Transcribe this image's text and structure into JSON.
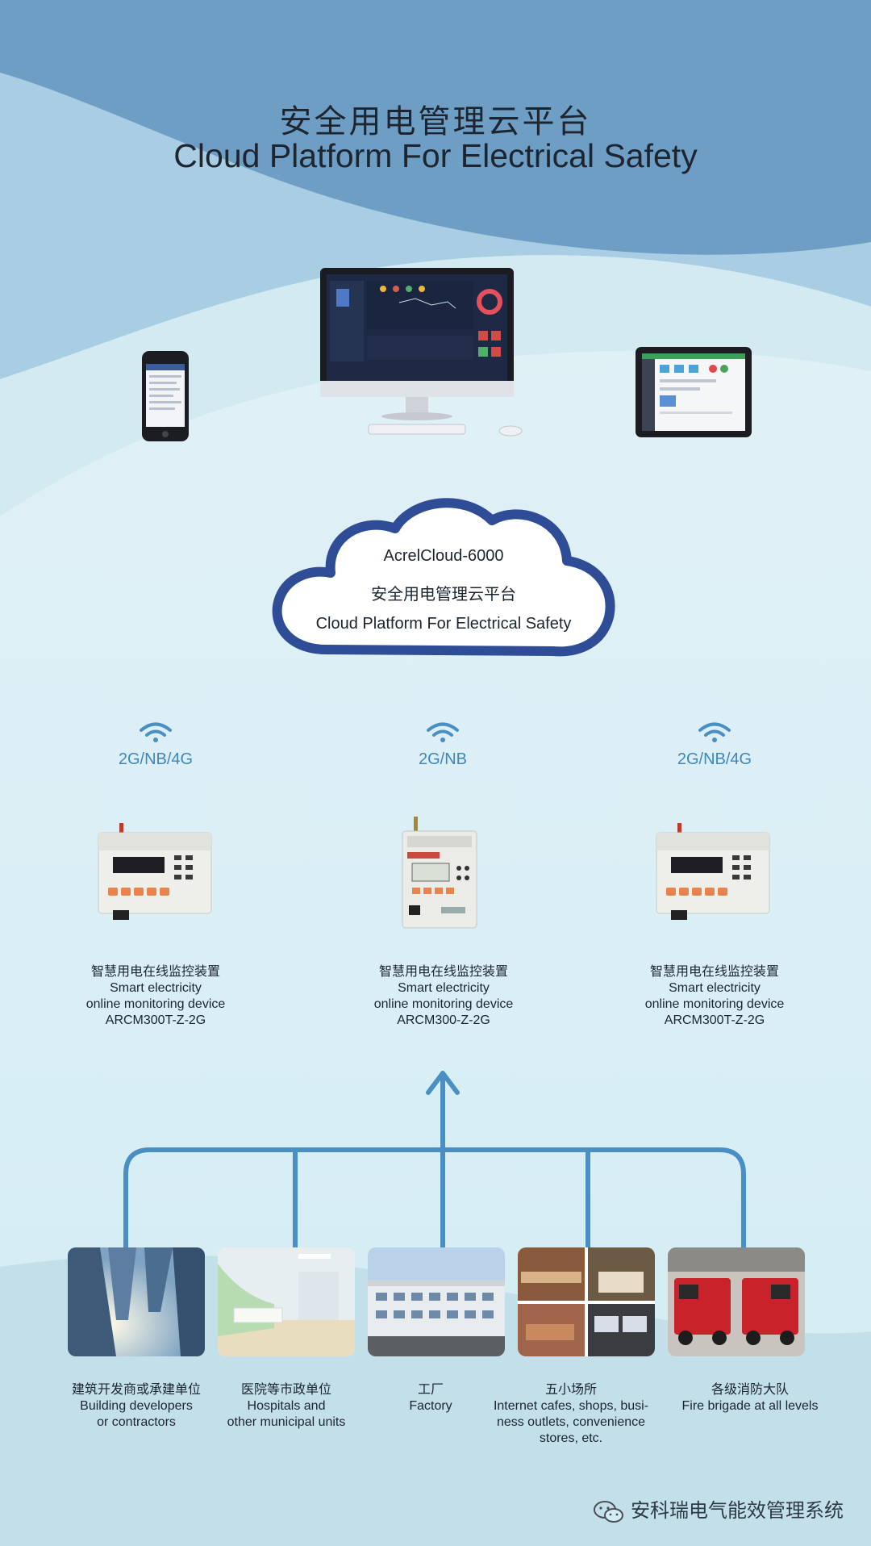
{
  "header": {
    "title_cn": "安全用电管理云平台",
    "title_en": "Cloud Platform  For Electrical Safety"
  },
  "cloud": {
    "product": "AcrelCloud-6000",
    "title_cn": "安全用电管理云平台",
    "title_en": "Cloud Platform  For Electrical Safety"
  },
  "networks": [
    {
      "label": "2G/NB/4G",
      "icon": "wifi-icon"
    },
    {
      "label": "2G/NB",
      "icon": "wifi-icon"
    },
    {
      "label": "2G/NB/4G",
      "icon": "wifi-icon"
    }
  ],
  "devices": [
    {
      "name_cn": "智慧用电在线监控装置",
      "name_en_1": "Smart electricity",
      "name_en_2": "online monitoring device",
      "model": "ARCM300T-Z-2G"
    },
    {
      "name_cn": "智慧用电在线监控装置",
      "name_en_1": "Smart electricity",
      "name_en_2": "online monitoring device",
      "model": "ARCM300-Z-2G"
    },
    {
      "name_cn": "智慧用电在线监控装置",
      "name_en_1": "Smart electricity",
      "name_en_2": "online monitoring device",
      "model": "ARCM300T-Z-2G"
    }
  ],
  "sources": [
    {
      "cn": "建筑开发商或承建单位",
      "en_1": "Building developers",
      "en_2": "or contractors",
      "en_3": ""
    },
    {
      "cn": "医院等市政单位",
      "en_1": "Hospitals and",
      "en_2": "other municipal units",
      "en_3": ""
    },
    {
      "cn": "工厂",
      "en_1": "Factory",
      "en_2": "",
      "en_3": ""
    },
    {
      "cn": "五小场所",
      "en_1": "Internet cafes, shops, busi-",
      "en_2": "ness outlets, convenience",
      "en_3": "stores, etc."
    },
    {
      "cn": "各级消防大队",
      "en_1": "Fire brigade at all levels",
      "en_2": "",
      "en_3": ""
    }
  ],
  "watermark": {
    "text": "安科瑞电气能效管理系统",
    "icon": "wechat-icon"
  },
  "colors": {
    "connector": "#4a8fc4",
    "network_label": "#3f86bb",
    "top_band": "#6f9ec5",
    "cloud_border": "#2f4d96"
  }
}
